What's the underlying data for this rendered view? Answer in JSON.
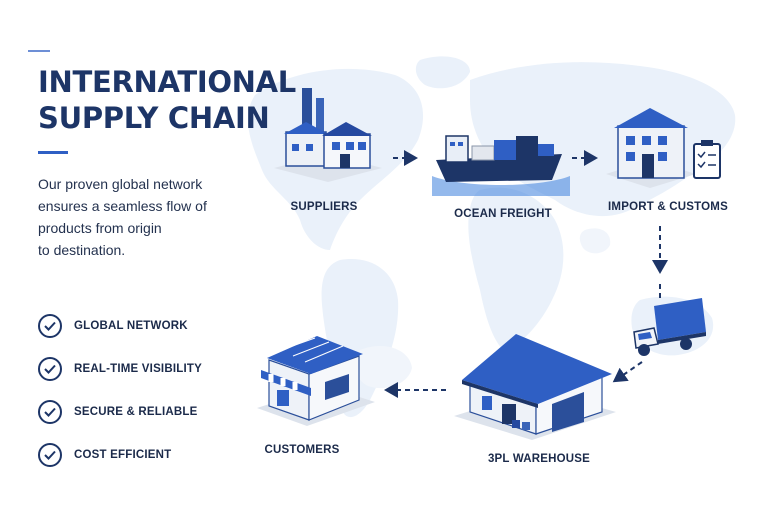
{
  "header": {
    "title_line1": "INTERNATIONAL",
    "title_line2": "SUPPLY CHAIN",
    "description_line1": "Our proven global network",
    "description_line2": "ensures a seamless flow of",
    "description_line3": "products from origin",
    "description_line4": "to destination."
  },
  "features": [
    {
      "label": "GLOBAL NETWORK",
      "icon": "check-circle-icon"
    },
    {
      "label": "REAL-TIME VISIBILITY",
      "icon": "check-circle-icon"
    },
    {
      "label": "SECURE & RELIABLE",
      "icon": "check-circle-icon"
    },
    {
      "label": "COST EFFICIENT",
      "icon": "check-circle-icon"
    }
  ],
  "stages": [
    {
      "label": "SUPPLIERS",
      "icon": "factory-icon"
    },
    {
      "label": "OCEAN FREIGHT",
      "icon": "cargo-ship-icon"
    },
    {
      "label": "IMPORT & CUSTOMS",
      "icon": "customs-building-icon"
    },
    {
      "label": "3PL WAREHOUSE",
      "icon": "warehouse-icon"
    },
    {
      "label": "CUSTOMERS",
      "icon": "store-icon"
    }
  ],
  "colors": {
    "primary_navy": "#1d3567",
    "accent_blue": "#2f5fc4",
    "map_tint": "#e9f0f9"
  }
}
